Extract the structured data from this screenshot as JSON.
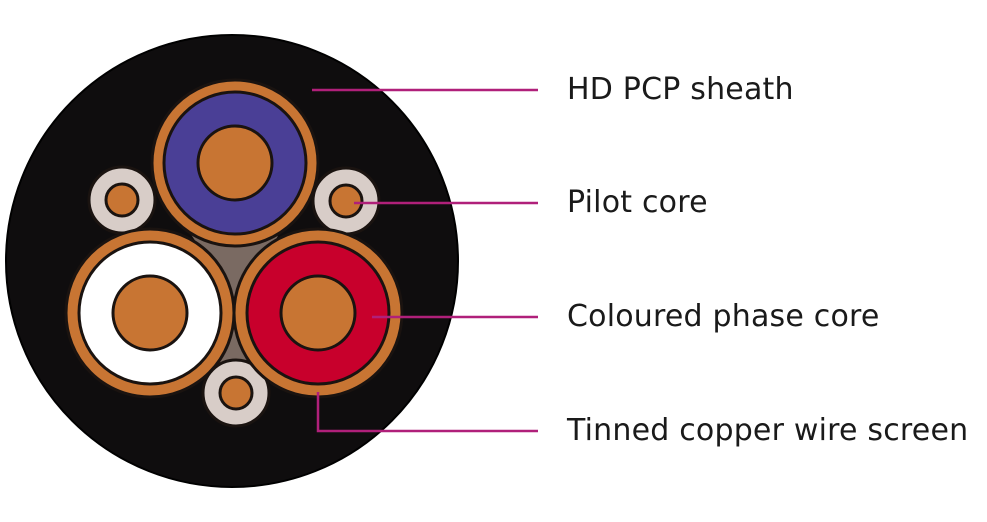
{
  "diagram": {
    "type": "cable cross-section",
    "labels": [
      {
        "id": "sheath",
        "text": "HD PCP sheath"
      },
      {
        "id": "pilot",
        "text": "Pilot core"
      },
      {
        "id": "phase",
        "text": "Coloured phase core"
      },
      {
        "id": "screen",
        "text": "Tinned copper wire screen"
      }
    ]
  },
  "colors": {
    "sheath": "#0f0d0e",
    "filler": "#7a6a62",
    "copper": "#c87533",
    "copper_outline": "#1a1310",
    "screen": "#c87533",
    "phase_blue": "#4a3f96",
    "phase_white": "#ffffff",
    "phase_red": "#c8002c",
    "pilot_insulation": "#d8cdc8",
    "leader": "#b0207a"
  }
}
